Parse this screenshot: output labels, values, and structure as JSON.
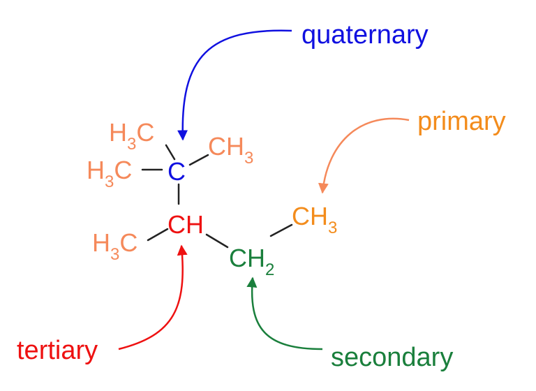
{
  "colors": {
    "quaternary": "#1010e0",
    "tertiary": "#ee1111",
    "secondary": "#1a7f3c",
    "primary": "#f38c1c",
    "methyl": "#f5895a",
    "bond": "#222222"
  },
  "labels": {
    "quaternary": "quaternary",
    "primary": "primary",
    "tertiary": "tertiary",
    "secondary": "secondary"
  },
  "atoms": {
    "h3c": "H",
    "three": "3",
    "c": "C",
    "ch_c": "C",
    "ch_h": "H",
    "ch3_main": "CH",
    "ch2_main": "CH",
    "two": "2"
  }
}
